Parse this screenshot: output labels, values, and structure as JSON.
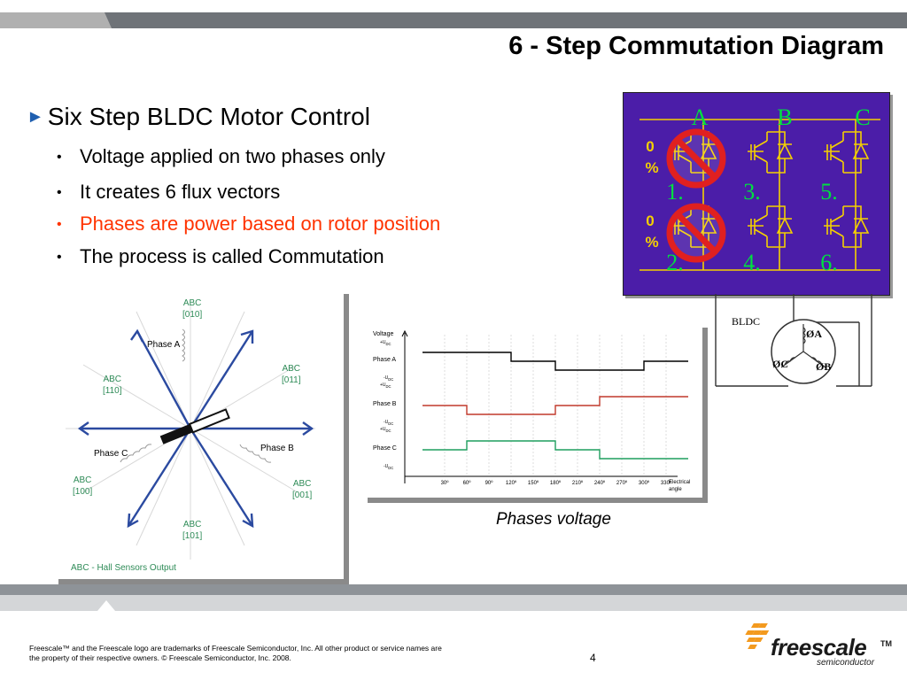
{
  "slide": {
    "title": "6 - Step Commutation Diagram",
    "bullet_main": "Six Step BLDC Motor Control",
    "bullet_marker": "►",
    "sub_bullets": [
      "Voltage applied on two phases only",
      "It creates 6 flux vectors",
      "Phases are power based on rotor position",
      "The process is called Commutation"
    ],
    "sub_marker": "•",
    "highlight_color": "#ff3300",
    "accent_color": "#4b1da8",
    "page_number": "4"
  },
  "inverter": {
    "phases": [
      "A",
      "B",
      "C"
    ],
    "switch_numbers_top": [
      "1.",
      "3.",
      "5."
    ],
    "switch_numbers_bottom": [
      "2.",
      "4.",
      "6."
    ],
    "off_label_top": "0",
    "off_label_bottom": "%"
  },
  "motor": {
    "label": "BLDC",
    "phase_a": "ØA",
    "phase_b": "ØB",
    "phase_c": "ØC"
  },
  "hall_diagram": {
    "states": [
      {
        "abc": "ABC",
        "code": "[010]"
      },
      {
        "abc": "ABC",
        "code": "[011]"
      },
      {
        "abc": "ABC",
        "code": "[001]"
      },
      {
        "abc": "ABC",
        "code": "[101]"
      },
      {
        "abc": "ABC",
        "code": "[100]"
      },
      {
        "abc": "ABC",
        "code": "[110]"
      }
    ],
    "phase_a": "Phase A",
    "phase_b": "Phase B",
    "phase_c": "Phase C",
    "footer": "ABC - Hall Sensors Output"
  },
  "voltage_chart": {
    "y_title": "Voltage",
    "row_a": "Phase A",
    "row_b": "Phase B",
    "row_c": "Phase C",
    "plus_u": "+U",
    "minus_u": "-U",
    "u_sub": "DC",
    "x_ticks": [
      "30º",
      "60º",
      "90º",
      "120º",
      "150º",
      "180º",
      "210º",
      "240º",
      "270º",
      "300º",
      "330º"
    ],
    "x_title_1": "Electrical",
    "x_title_2": "angle",
    "caption": "Phases voltage",
    "phase_levels": {
      "A": [
        1,
        1,
        1,
        1,
        0,
        0,
        -1,
        -1,
        -1,
        -1,
        0,
        0
      ],
      "B": [
        0,
        0,
        -1,
        -1,
        -1,
        -1,
        0,
        0,
        1,
        1,
        1,
        1
      ],
      "C": [
        0,
        0,
        1,
        1,
        1,
        1,
        0,
        0,
        -1,
        -1,
        -1,
        -1
      ]
    },
    "colors": {
      "A": "#000000",
      "B": "#c0392b",
      "C": "#1e9e5e"
    }
  },
  "footer": {
    "legal_1": "Freescale™ and the Freescale logo are trademarks of Freescale Semiconductor, Inc. All other product or service names are",
    "legal_2": "the property of their respective owners. © Freescale Semiconductor, Inc. 2008.",
    "logo_word": "freescale",
    "logo_tm": "TM",
    "logo_sub": "semiconductor"
  }
}
